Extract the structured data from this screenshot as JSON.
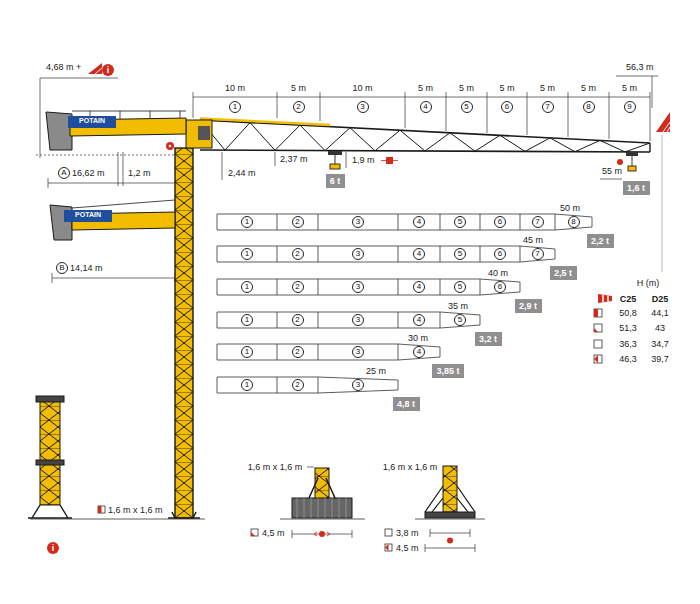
{
  "diagram": {
    "nodes": [
      {
        "text": [
          "i"
        ]
      },
      {
        "text": [
          "1"
        ]
      },
      {
        "text": [
          "2"
        ]
      },
      {
        "text": [
          "3"
        ]
      },
      {
        "text": [
          "4"
        ]
      },
      {
        "text": [
          "5"
        ]
      },
      {
        "text": [
          "6"
        ]
      },
      {
        "text": [
          "7"
        ]
      },
      {
        "text": [
          "8"
        ]
      },
      {
        "text": [
          "9"
        ]
      },
      {
        "text": [
          "6 t"
        ]
      },
      {
        "text": [
          "1,6 t"
        ]
      },
      {
        "text": [
          "A"
        ]
      },
      {
        "text": [
          "B"
        ]
      },
      {
        "text": [
          "1"
        ]
      },
      {
        "text": [
          "2"
        ]
      },
      {
        "text": [
          "3"
        ]
      },
      {
        "text": [
          "4"
        ]
      },
      {
        "text": [
          "5"
        ]
      },
      {
        "text": [
          "6"
        ]
      },
      {
        "text": [
          "7"
        ]
      },
      {
        "text": [
          "8"
        ]
      },
      {
        "text": [
          "2,2 t"
        ]
      },
      {
        "text": [
          "1"
        ]
      },
      {
        "text": [
          "2"
        ]
      },
      {
        "text": [
          "3"
        ]
      },
      {
        "text": [
          "4"
        ]
      },
      {
        "text": [
          "5"
        ]
      },
      {
        "text": [
          "6"
        ]
      },
      {
        "text": [
          "7"
        ]
      },
      {
        "text": [
          "2,5 t"
        ]
      },
      {
        "text": [
          "1"
        ]
      },
      {
        "text": [
          "2"
        ]
      },
      {
        "text": [
          "3"
        ]
      },
      {
        "text": [
          "4"
        ]
      },
      {
        "text": [
          "5"
        ]
      },
      {
        "text": [
          "6"
        ]
      },
      {
        "text": [
          "2,9 t"
        ]
      },
      {
        "text": [
          "1"
        ]
      },
      {
        "text": [
          "2"
        ]
      },
      {
        "text": [
          "3"
        ]
      },
      {
        "text": [
          "4"
        ]
      },
      {
        "text": [
          "5"
        ]
      },
      {
        "text": [
          "3,2 t"
        ]
      },
      {
        "text": [
          "1"
        ]
      },
      {
        "text": [
          "2"
        ]
      },
      {
        "text": [
          "3"
        ]
      },
      {
        "text": [
          "4"
        ]
      },
      {
        "text": [
          "3,85 t"
        ]
      },
      {
        "text": [
          "1"
        ]
      },
      {
        "text": [
          "2"
        ]
      },
      {
        "text": [
          "3"
        ]
      },
      {
        "text": [
          "4,8 t"
        ]
      },
      {
        "text": [
          "i"
        ]
      }
    ],
    "labels": [
      "4,68 m +",
      "10 m",
      "5 m",
      "10 m",
      "5 m",
      "5 m",
      "5 m",
      "5 m",
      "5 m",
      "5 m",
      "56,3 m",
      "POTAIN",
      "16,62 m",
      "1,2 m",
      "2,44 m",
      "2,37 m",
      "1,9 m",
      "55 m",
      "POTAIN",
      "14,14 m",
      "50 m",
      "45 m",
      "40 m",
      "35 m",
      "30 m",
      "25 m",
      "H (m)",
      "C25",
      "D25",
      "50,8",
      "44,1",
      "51,3",
      "43",
      "36,3",
      "34,7",
      "46,3",
      "39,7",
      "1,6 m x 1,6 m",
      "1,6 m x 1,6 m",
      "1,6 m x 1,6 m",
      "4,5 m",
      "3,8 m",
      "4,5 m"
    ]
  }
}
